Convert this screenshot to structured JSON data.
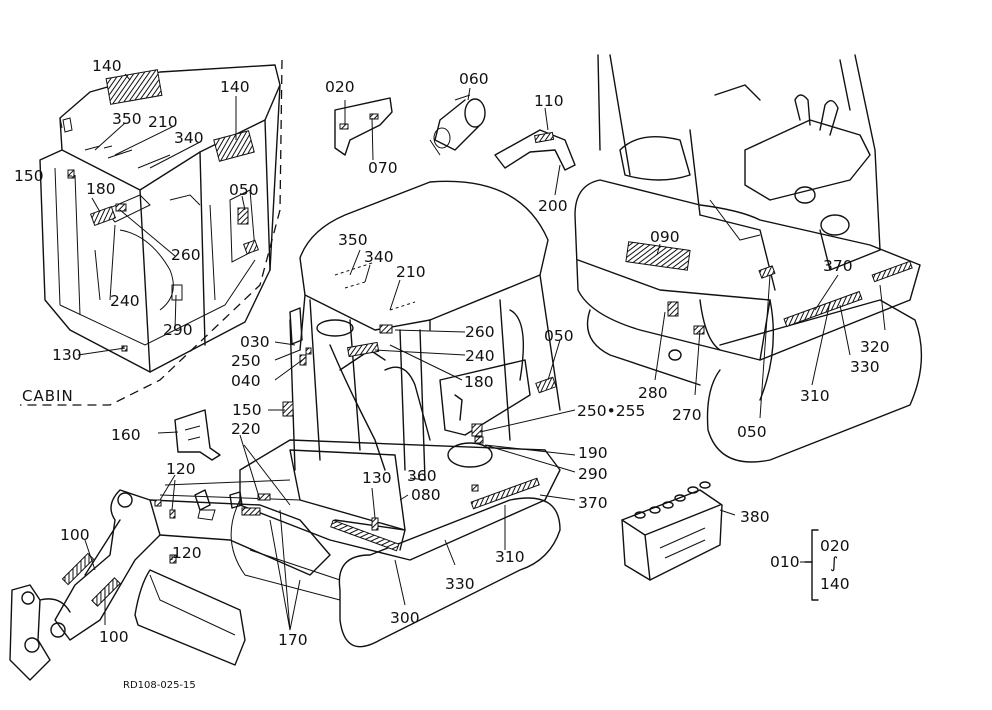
{
  "diagram": {
    "labels": {
      "l140a": "140",
      "l140b": "140",
      "l350a": "350",
      "l210a": "210",
      "l340a": "340",
      "l150a": "150",
      "l180a": "180",
      "l050a": "050",
      "l260a": "260",
      "l240a": "240",
      "l290a": "290",
      "l130a": "130",
      "l020": "020",
      "l060": "060",
      "l110": "110",
      "l070": "070",
      "l200": "200",
      "l090": "090",
      "l370a": "370",
      "l320": "320",
      "l330a": "330",
      "l310a": "310",
      "l050c": "050",
      "l270": "270",
      "l280": "280",
      "l350b": "350",
      "l340b": "340",
      "l210b": "210",
      "l260b": "260",
      "l240b": "240",
      "l180b": "180",
      "l030": "030",
      "l250": "250",
      "l040": "040",
      "l050b": "050",
      "l150b": "150",
      "l250255": "250•255",
      "l220": "220",
      "l160": "160",
      "l190": "190",
      "l290b": "290",
      "l360": "360",
      "l130b": "130",
      "l080": "080",
      "l370b": "370",
      "l120a": "120",
      "l120b": "120",
      "l100a": "100",
      "l100b": "100",
      "l310b": "310",
      "l330b": "330",
      "l300": "300",
      "l170": "170",
      "l380": "380",
      "l010": "010",
      "l020set": "020",
      "lsim": "∫",
      "l140set": "140"
    },
    "cabin_caption": "CABIN",
    "drawing_number": "RD108-025-15"
  }
}
